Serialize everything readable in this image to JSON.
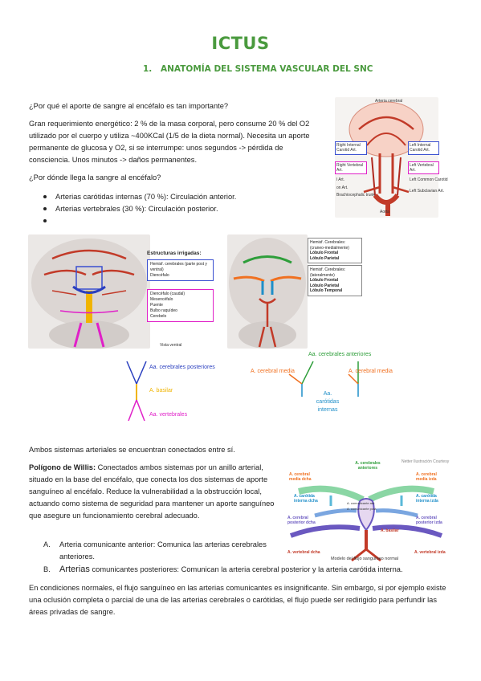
{
  "header": {
    "title": "ICTUS",
    "section_number": "1.",
    "section_title": "ANATOMÍA DEL SISTEMA VASCULAR DEL SNC"
  },
  "intro": {
    "question1": "¿Por qué el aporte de sangre al encéfalo es tan importante?",
    "answer1": "Gran requerimiento energético: 2 % de la masa corporal, pero consume 20 % del O2 utilizado por el cuerpo y utiliza ~400KCal (1/5 de la dieta normal). Necesita un aporte permanente de glucosa y O2, si se interrumpe: unos segundos -> pérdida de consciencia. Unos minutos -> daños permanentes.",
    "question2": "¿Por dónde llega la sangre al encéfalo?",
    "bullets": [
      "Arterias carótidas internas (70 %): Circulación anterior.",
      "Arterias vertebrales (30 %): Circulación posterior.",
      ""
    ]
  },
  "fig_aorta": {
    "top_label": "Arteria cerebral",
    "labels": [
      "Right Internal Carotid Art.",
      "Left Internal Carotid Art.",
      "Right Vertebral Art.",
      "Left Vertebral Art.",
      "Left Common Carotid",
      "Left Subclavian Art.",
      "Brachiocephalic trunk",
      "Aorta",
      "l Art.",
      "on Art."
    ]
  },
  "fig_brain1": {
    "structures_title": "Estructuras irrigadas:",
    "anterior_items": [
      "Hemisf. cerebrales (parte post y ventral)",
      "Diencéfalo"
    ],
    "posterior_items": [
      "Diencéfalo (caudal)",
      "Mesencéfalo",
      "Puente",
      "Bulbo raquídeo",
      "Cerebelo"
    ],
    "caption": "Vista ventral"
  },
  "fig_brain2": {
    "box1_title": "Hemisf. Cerebrales: (craneo-medialmente)",
    "box1_items": [
      "Lóbulo Frontal",
      "Lóbulo Parietal"
    ],
    "box2_title": "Hemisf. Cerebrales: (lateralmente)",
    "box2_items": [
      "Lóbulo Frontal",
      "Lóbulo Parietal",
      "Lóbulo Temporal"
    ]
  },
  "schema_posterior": {
    "top": "Aa. cerebrales posteriores",
    "mid": "A. basilar",
    "bottom": "Aa. vertebrales",
    "colors": {
      "top": "#2a3fbf",
      "mid": "#f0b400",
      "bottom": "#e020c8"
    }
  },
  "schema_anterior": {
    "top": "Aa. cerebrales anteriores",
    "left": "A. cerebral media",
    "right": "A. cerebral media",
    "bottom": "Aa. carótidas internas",
    "colors": {
      "top": "#2e9e3a",
      "mid": "#f07020",
      "bottom": "#1e8ec8"
    }
  },
  "willis": {
    "connected_text": "Ambos sistemas arteriales se encuentran conectados entre sí.",
    "term": "Polígono de Willis:",
    "description": "Conectados ambos sistemas por un anillo arterial, situado en la base del encéfalo, que conecta los dos sistemas de aporte sanguíneo al encéfalo. Reduce la vulnerabilidad a la obstrucción local, actuando como sistema de seguridad para mantener un aporte sanguíneo que asegure un funcionamiento cerebral adecuado.",
    "items": [
      {
        "marker": "A.",
        "text": "Arteria comunicante anterior: Comunica las arterias cerebrales anteriores."
      },
      {
        "marker": "B.",
        "lead": "Arterias",
        "text": "comunicantes posteriores: Comunican la arteria cerebral posterior y la arteria carótida interna."
      }
    ],
    "closing": "En condiciones normales, el flujo sanguíneo en las arterias comunicantes es insignificante. Sin embargo, si por ejemplo existe una oclusión completa o parcial de una de las arterias cerebrales o carótidas, el flujo puede ser redirigido para perfundir las áreas privadas de sangre."
  },
  "fig_willis": {
    "labels": {
      "anteriores": "A. cerebrales anteriores",
      "media_dcha": "A. cerebral media dcha",
      "media_izda": "A. cerebral media izda",
      "carotida_dcha": "A. carótida interna dcha",
      "carotida_izda": "A. carótida interna izda",
      "posterior_dcha": "A. cerebral posterior dcha",
      "posterior_izda": "A. cerebral posterior izda",
      "basilar": "A. basilar",
      "vertebral_dcha": "A. vertebral dcha",
      "vertebral_izda": "A. vertebral izda",
      "comunicante_ant": "A. comunicante ant.",
      "comunicante_post": "A. comunicante post.",
      "caption": "Modelo del flujo sanguíneo normal",
      "source": "Netter Ilustración Courtesy"
    }
  }
}
